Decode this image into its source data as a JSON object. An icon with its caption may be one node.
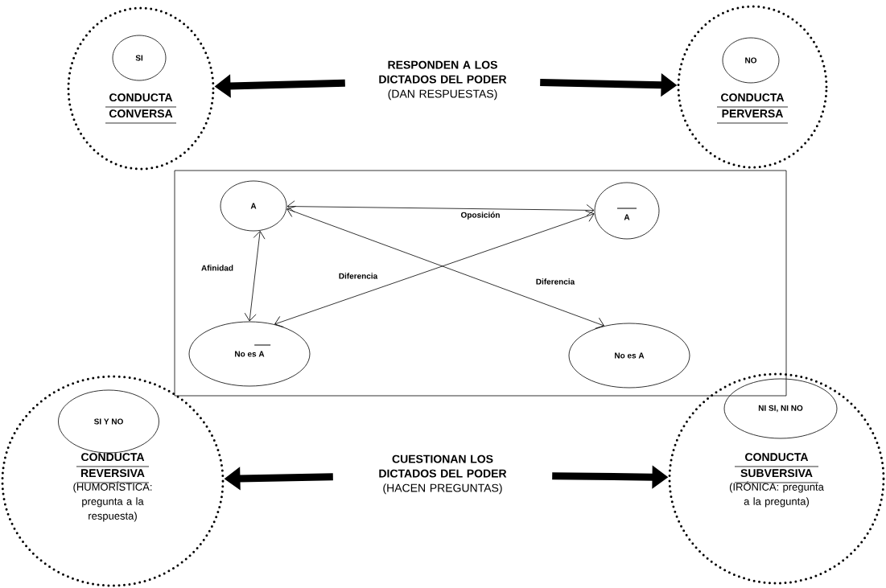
{
  "diagram": {
    "nodes": [
      {
        "text": [
          "CONDUCTA CONVERSA"
        ]
      },
      {
        "text": [
          "SI"
        ],
        "in": 0
      },
      {
        "text": [
          "RESPONDEN A LOS DICTADOS DEL PODER",
          "(DAN RESPUESTAS)"
        ]
      },
      {
        "text": [
          "CONDUCTA PERVERSA"
        ]
      },
      {
        "text": [
          "NO"
        ],
        "in": 3
      },
      {
        "text": [],
        "shape": "box"
      },
      {
        "text": [
          "A"
        ],
        "in": 5
      },
      {
        "text": [
          "A"
        ],
        "in": 5
      },
      {
        "text": [
          "No es A"
        ],
        "in": 5
      },
      {
        "text": [
          "No es  A"
        ],
        "in": 5
      },
      {
        "text": [
          "CONDUCTA REVERSIVA",
          "(HUMORÍSTICA: pregunta a la respuesta)"
        ]
      },
      {
        "text": [
          "SI Y NO"
        ],
        "in": 10
      },
      {
        "text": [
          "CUESTIONAN LOS DICTADOS DEL PODER",
          "(HACEN PREGUNTAS)"
        ]
      },
      {
        "text": [
          "CONDUCTA SUBVERSIVA",
          "(IRÓNICA: pregunta a la pregunta)"
        ]
      },
      {
        "text": [
          "NI SI, NI NO"
        ],
        "in": 13
      }
    ],
    "edges": [
      {
        "from": 2,
        "to": 0,
        "arrow": "to",
        "style": "thick"
      },
      {
        "from": 2,
        "to": 3,
        "arrow": "to",
        "style": "thick"
      },
      {
        "from": 6,
        "to": 7,
        "arrow": "both",
        "label": "Oposición"
      },
      {
        "from": 6,
        "to": 8,
        "arrow": "both",
        "label": "Afinidad"
      },
      {
        "from": 7,
        "to": 8,
        "arrow": "both",
        "label": "Diferencia"
      },
      {
        "from": 6,
        "to": 9,
        "arrow": "both",
        "label": "Diferencia"
      },
      {
        "from": 12,
        "to": 10,
        "arrow": "to",
        "style": "thick"
      },
      {
        "from": 12,
        "to": 13,
        "arrow": "to",
        "style": "thick"
      }
    ]
  }
}
